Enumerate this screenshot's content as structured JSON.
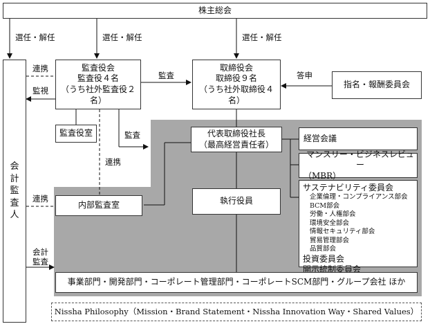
{
  "shareholders": "株主総会",
  "auditor": {
    "line1": "会",
    "line2": "計",
    "line3": "監",
    "line4": "査",
    "line5": "人"
  },
  "kansayakukai": {
    "line1": "監査役会",
    "line2": "監査役４名",
    "line3": "（うち社外監査役２名）"
  },
  "torishimariyakukai": {
    "line1": "取締役会",
    "line2": "取締役９名",
    "line3": "（うち社外取締役４名）"
  },
  "nomination": "指名・報酬委員会",
  "kansayakushitsu": "監査役室",
  "president": {
    "line1": "代表取締役社長",
    "line2": "（最高経営責任者）"
  },
  "keiei": "経営会議",
  "mbr": {
    "line1": "マンスリー・ビジネスレビュー",
    "line2": "（MBR）"
  },
  "sustainability": {
    "title": "サステナビリティ委員会",
    "subs": [
      "企業倫理・コンプライアンス部会",
      "BCM部会",
      "労働・人権部会",
      "環境安全部会",
      "情報セキュリティ部会",
      "貿易管理部会",
      "品質部会"
    ],
    "others": [
      "投資委員会",
      "開示統制委員会"
    ]
  },
  "naibu": "内部監査室",
  "shikko": "執行役員",
  "departments": "事業部門・開発部門・コーポレート管理部門・コーポレートSCM部門・グループ会社 ほか",
  "philosophy": "Nissha Philosophy（Mission・Brand Statement・Nissha Innovation Way・Shared Values）",
  "labels": {
    "senin1": "選任・解任",
    "senin2": "選任・解任",
    "senin3": "選任・解任",
    "renkei1": "連携",
    "kanshi": "監視",
    "kansa_right": "監査",
    "toshin": "答申",
    "kansa_down": "監査",
    "renkei2": "連携",
    "renkei3": "連携",
    "kaikei1": "会計",
    "kaikei2": "監査"
  }
}
